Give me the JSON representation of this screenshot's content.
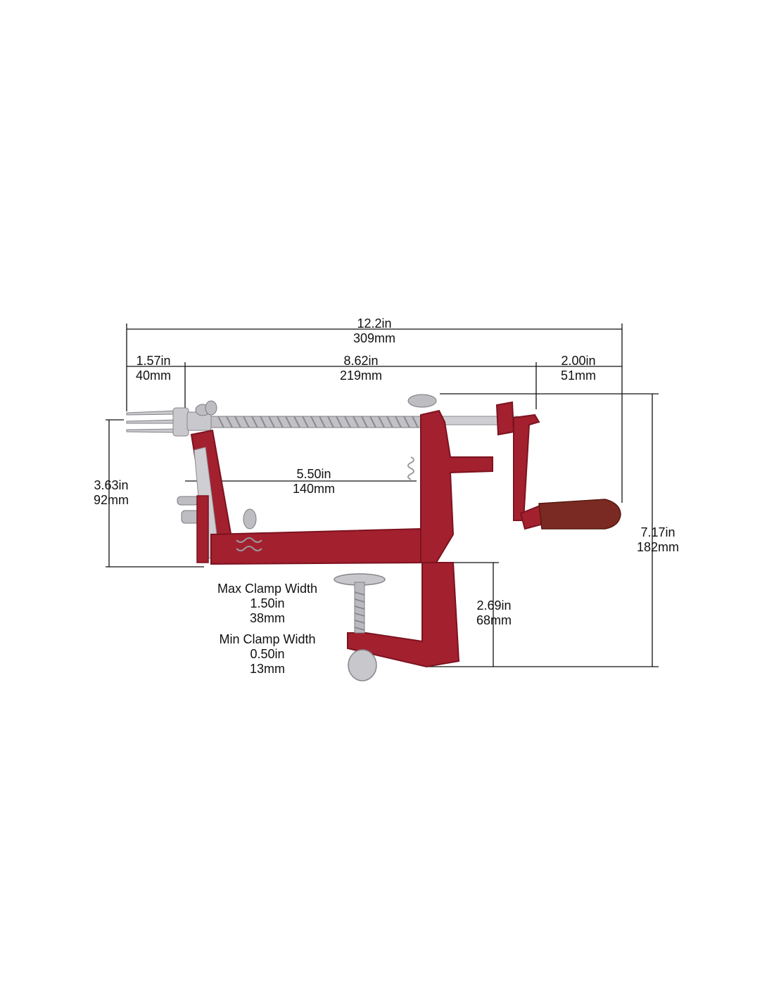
{
  "colors": {
    "body_red": "#a3202e",
    "body_red_dark": "#7c1320",
    "steel": "#c8c8cc",
    "steel_dark": "#8d8d93",
    "wood": "#7a2a22",
    "dimension_line": "#111111"
  },
  "dimensions": {
    "overall_length": {
      "in": "12.2in",
      "mm": "309mm"
    },
    "fork_offset": {
      "in": "1.57in",
      "mm": "40mm"
    },
    "shaft_length": {
      "in": "8.62in",
      "mm": "219mm"
    },
    "crank_offset": {
      "in": "2.00in",
      "mm": "51mm"
    },
    "arm_reach": {
      "in": "5.50in",
      "mm": "140mm"
    },
    "fork_height": {
      "in": "3.63in",
      "mm": "92mm"
    },
    "overall_height": {
      "in": "7.17in",
      "mm": "182mm"
    },
    "clamp_depth": {
      "in": "2.69in",
      "mm": "68mm"
    }
  },
  "clamp": {
    "max_title": "Max Clamp Width",
    "max_in": "1.50in",
    "max_mm": "38mm",
    "min_title": "Min Clamp Width",
    "min_in": "0.50in",
    "min_mm": "13mm"
  }
}
